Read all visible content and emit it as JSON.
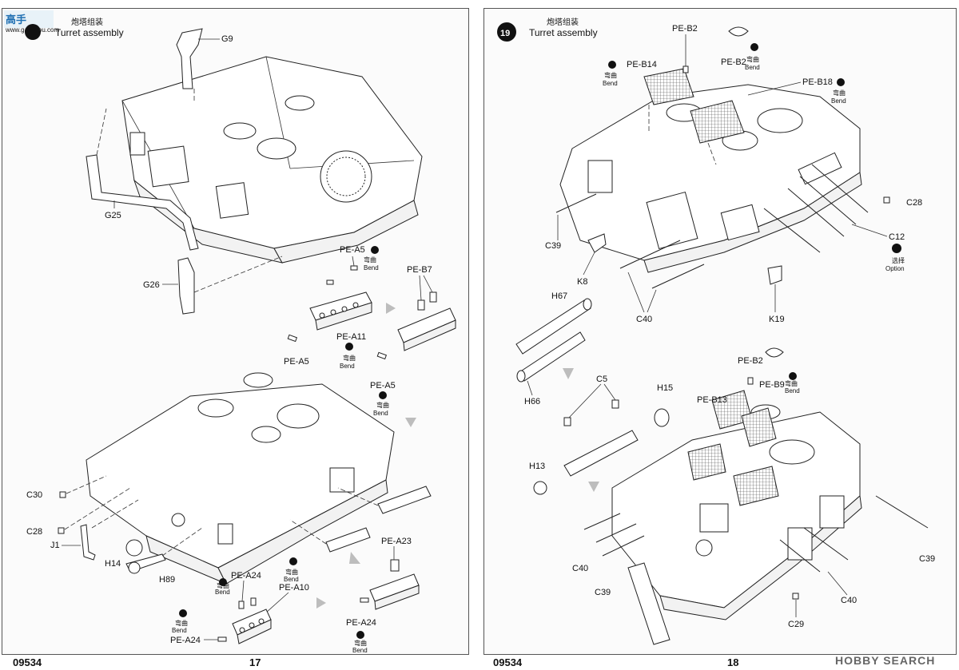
{
  "watermark_top": {
    "brand": "高手",
    "site": "www.gaoshou.com"
  },
  "watermark_bottom": "HOBBY SEARCH",
  "icon_captions": {
    "bend_cn": "弯曲",
    "bend_en": "Bend",
    "option_cn": "选择",
    "option_en": "Option"
  },
  "left_page": {
    "step_title_cn": "炮塔组装",
    "step_title_en": "Turret assembly",
    "product_code": "09534",
    "page_number": "17",
    "labels": {
      "g9": "G9",
      "g25": "G25",
      "g26": "G26",
      "pe_a5_top": "PE-A5",
      "pe_b7": "PE-B7",
      "pe_a11": "PE-A11",
      "pe_a5_left": "PE-A5",
      "pe_a5_right": "PE-A5",
      "c30": "C30",
      "c28": "C28",
      "j1": "J1",
      "h14": "H14",
      "h89": "H89",
      "pe_a24_top": "PE-A24",
      "pe_a10": "PE-A10",
      "pe_a24_left": "PE-A24",
      "pe_a23": "PE-A23",
      "pe_a24_right": "PE-A24"
    }
  },
  "right_page": {
    "step_number": "19",
    "step_title_cn": "炮塔组装",
    "step_title_en": "Turret assembly",
    "product_code": "09534",
    "page_number": "18",
    "labels": {
      "pe_b2_a": "PE-B2",
      "pe_b14": "PE-B14",
      "pe_b2_b": "PE-B2",
      "pe_b18": "PE-B18",
      "c28": "C28",
      "c12": "C12",
      "c39_a": "C39",
      "k8": "K8",
      "c40_a": "C40",
      "k19": "K19",
      "h67": "H67",
      "h66": "H66",
      "c5": "C5",
      "h15": "H15",
      "h13": "H13",
      "pe_b2_c": "PE-B2",
      "pe_b9": "PE-B9",
      "pe_b13": "PE-B13",
      "c40_b": "C40",
      "c39_b": "C39",
      "c39_c": "C39",
      "c40_c": "C40",
      "c29": "C29"
    }
  }
}
